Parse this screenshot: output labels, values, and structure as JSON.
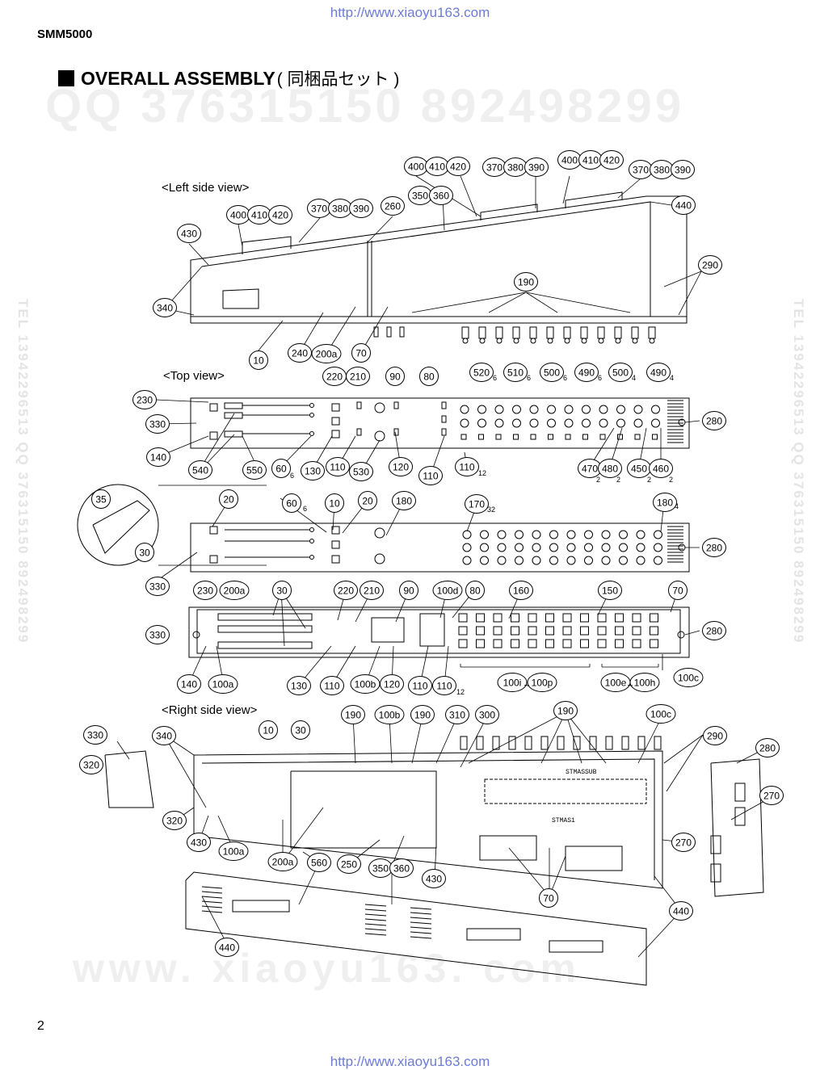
{
  "header": {
    "url_top": "http://www.xiaoyu163.com",
    "model": "SMM5000",
    "title": "OVERALL ASSEMBLY",
    "title_jp": "( 同梱品セット )"
  },
  "footer": {
    "page_number": "2",
    "url_bottom": "http://www.xiaoyu163.com"
  },
  "watermarks": {
    "qq": "QQ 376315150   892498299",
    "www": "www. xiaoyu163. com",
    "vertical": "TEL 13942296513  QQ 376315150  892498299"
  },
  "views": {
    "left_side": "<Left side view>",
    "top": "<Top view>",
    "right_side": "<Right side view>"
  },
  "pcb_labels": {
    "stmassub": "STMASSUB",
    "stmas1": "STMAS1"
  },
  "callouts": {
    "left_side": [
      "400",
      "410",
      "420",
      "370",
      "380",
      "390",
      "400",
      "410",
      "420",
      "370",
      "380",
      "390",
      "400",
      "410",
      "420",
      "370",
      "380",
      "390",
      "350",
      "360",
      "260",
      "440",
      "430",
      "290",
      "190",
      "340",
      "10",
      "240",
      "200a",
      "70"
    ],
    "top1": [
      "220",
      "210",
      "90",
      "80",
      "520",
      "510",
      "500",
      "490",
      "500",
      "490",
      "230",
      "330",
      "280",
      "140",
      "540",
      "550",
      "60",
      "130",
      "110",
      "530",
      "120",
      "110",
      "110",
      "470",
      "480",
      "450",
      "460"
    ],
    "top1_subs": [
      "6",
      "6",
      "6",
      "6",
      "4",
      "4",
      "6",
      "12",
      "2",
      "2",
      "2",
      "2"
    ],
    "top2": [
      "35",
      "20",
      "60",
      "10",
      "20",
      "180",
      "170",
      "180",
      "30",
      "280",
      "330"
    ],
    "top2_subs": [
      "6",
      "32",
      "4"
    ],
    "top3": [
      "230",
      "200a",
      "30",
      "220",
      "210",
      "90",
      "100d",
      "80",
      "160",
      "150",
      "70",
      "330",
      "280",
      "140",
      "100a",
      "130",
      "110",
      "100b",
      "120",
      "110",
      "110",
      "100i",
      "100p",
      "100e",
      "100h",
      "100c"
    ],
    "top3_subs": [
      "12"
    ],
    "right_side": [
      "190",
      "100b",
      "190",
      "310",
      "300",
      "190",
      "100c",
      "330",
      "340",
      "10",
      "30",
      "290",
      "280",
      "320",
      "270",
      "320",
      "430",
      "100a",
      "200a",
      "560",
      "250",
      "350",
      "360",
      "430",
      "270",
      "70",
      "440",
      "440"
    ],
    "tilde": "~"
  }
}
